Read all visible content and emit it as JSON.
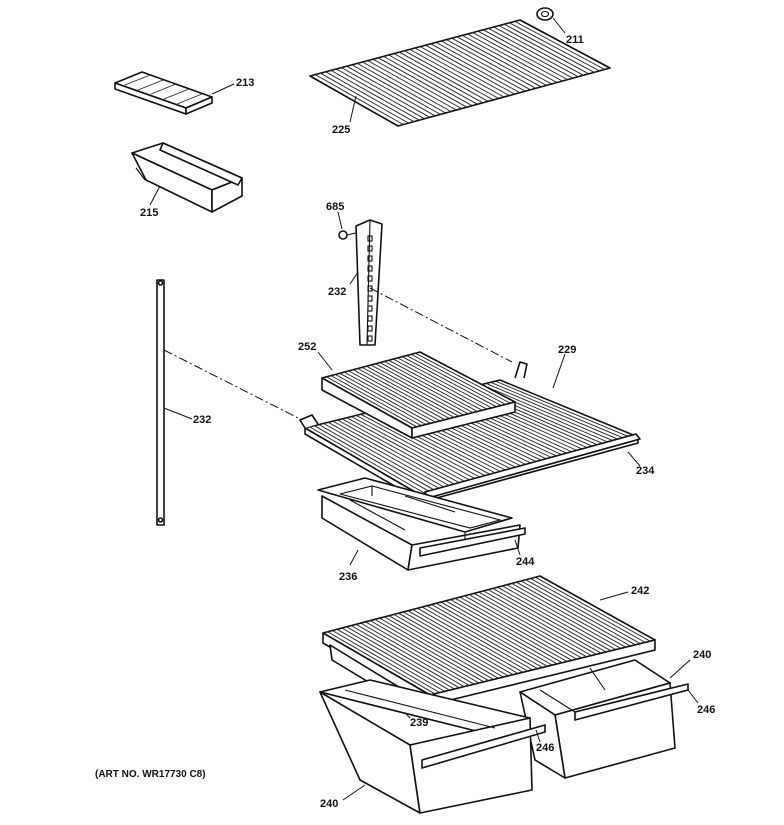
{
  "callouts": {
    "c211": "211",
    "c213": "213",
    "c225": "225",
    "c215": "215",
    "c685": "685",
    "c232a": "232",
    "c252": "252",
    "c229": "229",
    "c232b": "232",
    "c234": "234",
    "c244": "244",
    "c236": "236",
    "c242": "242",
    "c240a": "240",
    "c246a": "246",
    "c239": "239",
    "c246b": "246",
    "c240b": "240"
  },
  "art_number": "(ART NO. WR17730 C8)"
}
